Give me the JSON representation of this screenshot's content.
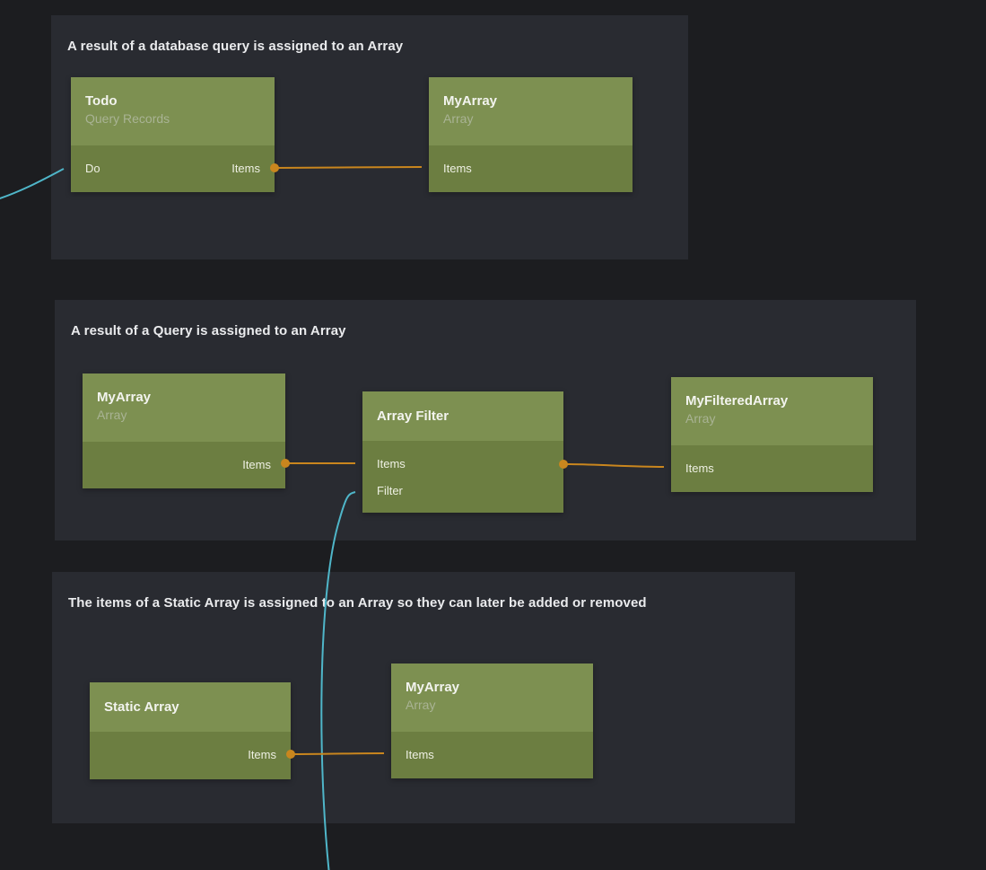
{
  "editor": {
    "background_color": "#1c1d20",
    "panel_color": "#292b31",
    "node_header_color": "#7d9051",
    "node_body_color": "#6c7e41",
    "wire_color_orange": "#c9861e",
    "wire_color_teal": "#4fb6c9"
  },
  "groups": [
    {
      "title": "A result of a database query is assigned to an Array"
    },
    {
      "title": "A result of a Query is assigned to an Array"
    },
    {
      "title": "The items of a Static Array is assigned to an Array so they can later be added or removed"
    }
  ],
  "nodes": {
    "todo": {
      "title": "Todo",
      "subtitle": "Query Records",
      "input_do": "Do",
      "output_items": "Items"
    },
    "myarray_db": {
      "title": "MyArray",
      "subtitle": "Array",
      "input_items": "Items"
    },
    "myarray_query": {
      "title": "MyArray",
      "subtitle": "Array",
      "output_items": "Items"
    },
    "array_filter": {
      "title": "Array Filter",
      "input_items": "Items",
      "input_filter": "Filter"
    },
    "myfilteredarray": {
      "title": "MyFilteredArray",
      "subtitle": "Array",
      "input_items": "Items"
    },
    "static_array": {
      "title": "Static Array",
      "output_items": "Items"
    },
    "myarray_static": {
      "title": "MyArray",
      "subtitle": "Array",
      "input_items": "Items"
    }
  }
}
